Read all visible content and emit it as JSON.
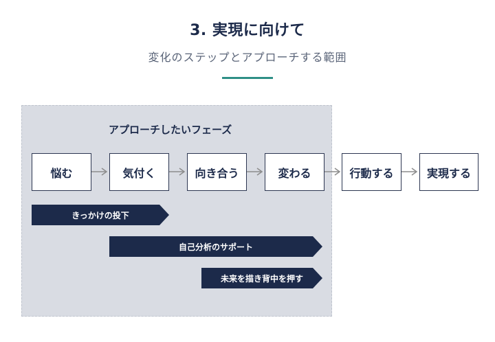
{
  "header": {
    "title": "3. 実現に向けて",
    "subtitle": "変化のステップとアプローチする範囲"
  },
  "phase": {
    "label": "アプローチしたいフェーズ"
  },
  "steps": [
    "悩む",
    "気付く",
    "向き合う",
    "変わる",
    "行動する",
    "実現する"
  ],
  "approaches": [
    "きっかけの投下",
    "自己分析のサポート",
    "未来を描き背中を押す"
  ],
  "colors": {
    "navy": "#1c2a4a",
    "teal_accent": "#2e8f86",
    "phase_bg": "#d9dce3",
    "arrow": "#8c8c8c"
  }
}
